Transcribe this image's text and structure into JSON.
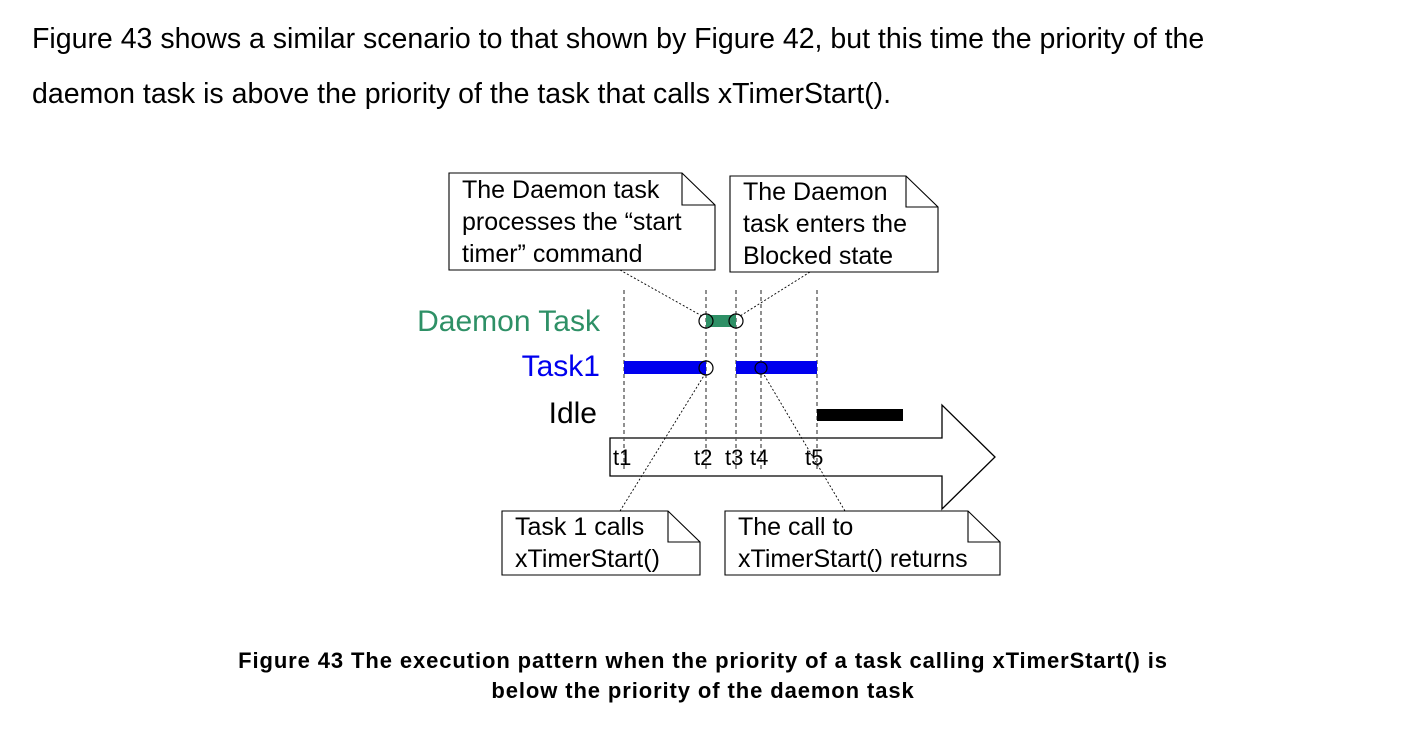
{
  "paragraph": {
    "line1": "Figure 43 shows a similar scenario to that shown by Figure 42, but this time the priority of the",
    "line2": "daemon task is above the priority of the task that calls xTimerStart()."
  },
  "diagram": {
    "tasks": [
      {
        "name": "Daemon Task",
        "color": "#2e9066"
      },
      {
        "name": "Task1",
        "color": "#0000ee"
      },
      {
        "name": "Idle",
        "color": "#000000"
      }
    ],
    "time_labels": [
      "t1",
      "t2",
      "t3",
      "t4",
      "t5"
    ],
    "callouts": {
      "daemon_processes": [
        "The Daemon task",
        "processes the “start",
        "timer” command"
      ],
      "daemon_blocked": [
        "The Daemon",
        "task enters the",
        "Blocked state"
      ],
      "task1_calls": [
        "Task 1 calls",
        "xTimerStart()"
      ],
      "call_returns": [
        "The call to",
        "xTimerStart() returns"
      ]
    }
  },
  "caption": {
    "line1": "Figure 43 The execution pattern when the priority of a task calling xTimerStart() is",
    "line2": "below the priority of the daemon task"
  }
}
